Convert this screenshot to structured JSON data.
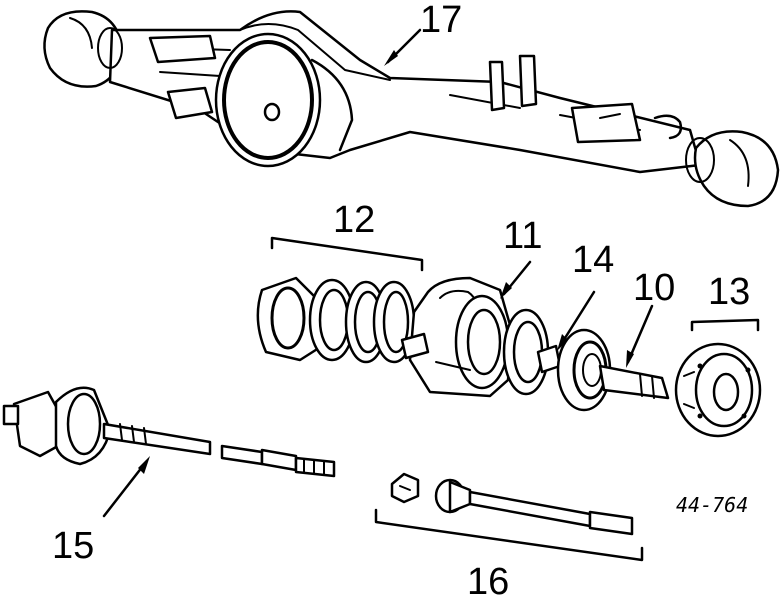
{
  "diagram": {
    "callouts": {
      "c17": "17",
      "c12": "12",
      "c11": "11",
      "c14": "14",
      "c10": "10",
      "c13": "13",
      "c15": "15",
      "c16": "16"
    },
    "figure_code": "44-764"
  }
}
